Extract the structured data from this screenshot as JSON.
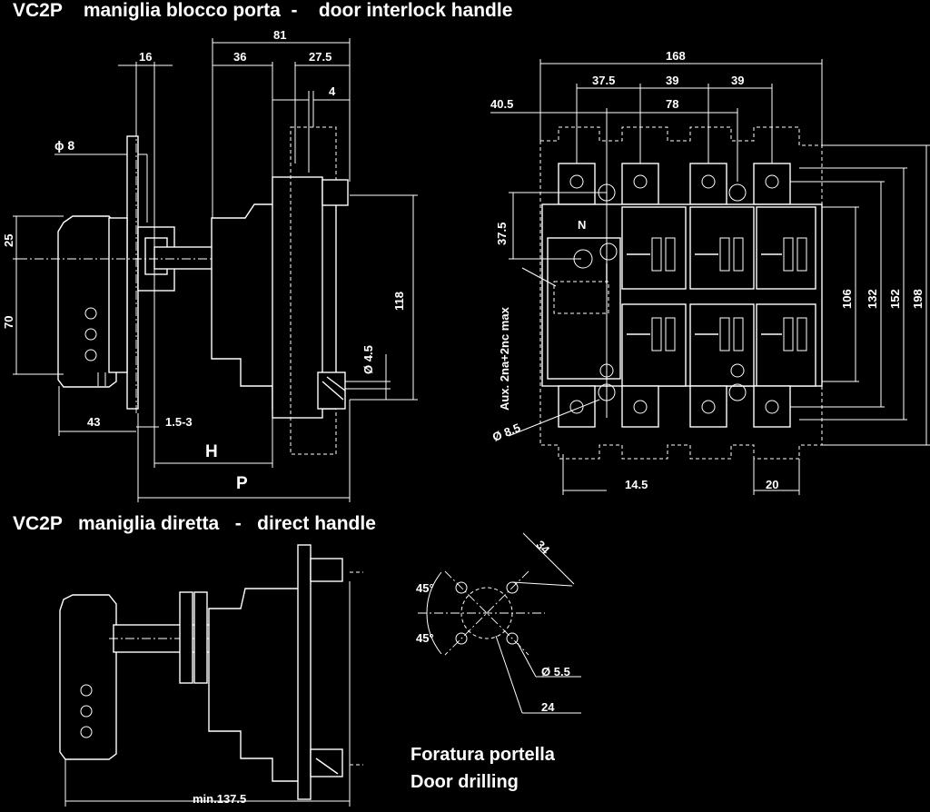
{
  "titles": {
    "top": "VC2P    maniglia blocco porta  -    door interlock handle",
    "bottom": "VC2P   maniglia diretta   -   direct handle"
  },
  "drilling": {
    "line1": "Foratura portella",
    "line2": "Door drilling"
  },
  "dims_side": {
    "d81": "81",
    "d16": "16",
    "d36": "36",
    "d27_5": "27.5",
    "d4": "4",
    "phi8": "ϕ 8",
    "d25": "25",
    "d70": "70",
    "d118": "118",
    "phi4_5": "Ø 4.5",
    "d43": "43",
    "d1_5_3": "1.5-3",
    "H": "H",
    "P": "P"
  },
  "dims_front": {
    "d168": "168",
    "d37_5": "37.5",
    "d39a": "39",
    "d39b": "39",
    "d40_5": "40.5",
    "d78": "78",
    "d37_5v": "37.5",
    "aux": "Aux. 2na+2nc max",
    "N": "N",
    "d106": "106",
    "d132": "132",
    "d152": "152",
    "d198": "198",
    "phi8_5": "Ø 8.5",
    "d14_5": "14.5",
    "d20": "20"
  },
  "dims_direct": {
    "min137_5": "min.137.5",
    "d34": "34",
    "a45a": "45°",
    "a45b": "45°",
    "phi5_5": "Ø 5.5",
    "d24": "24"
  }
}
